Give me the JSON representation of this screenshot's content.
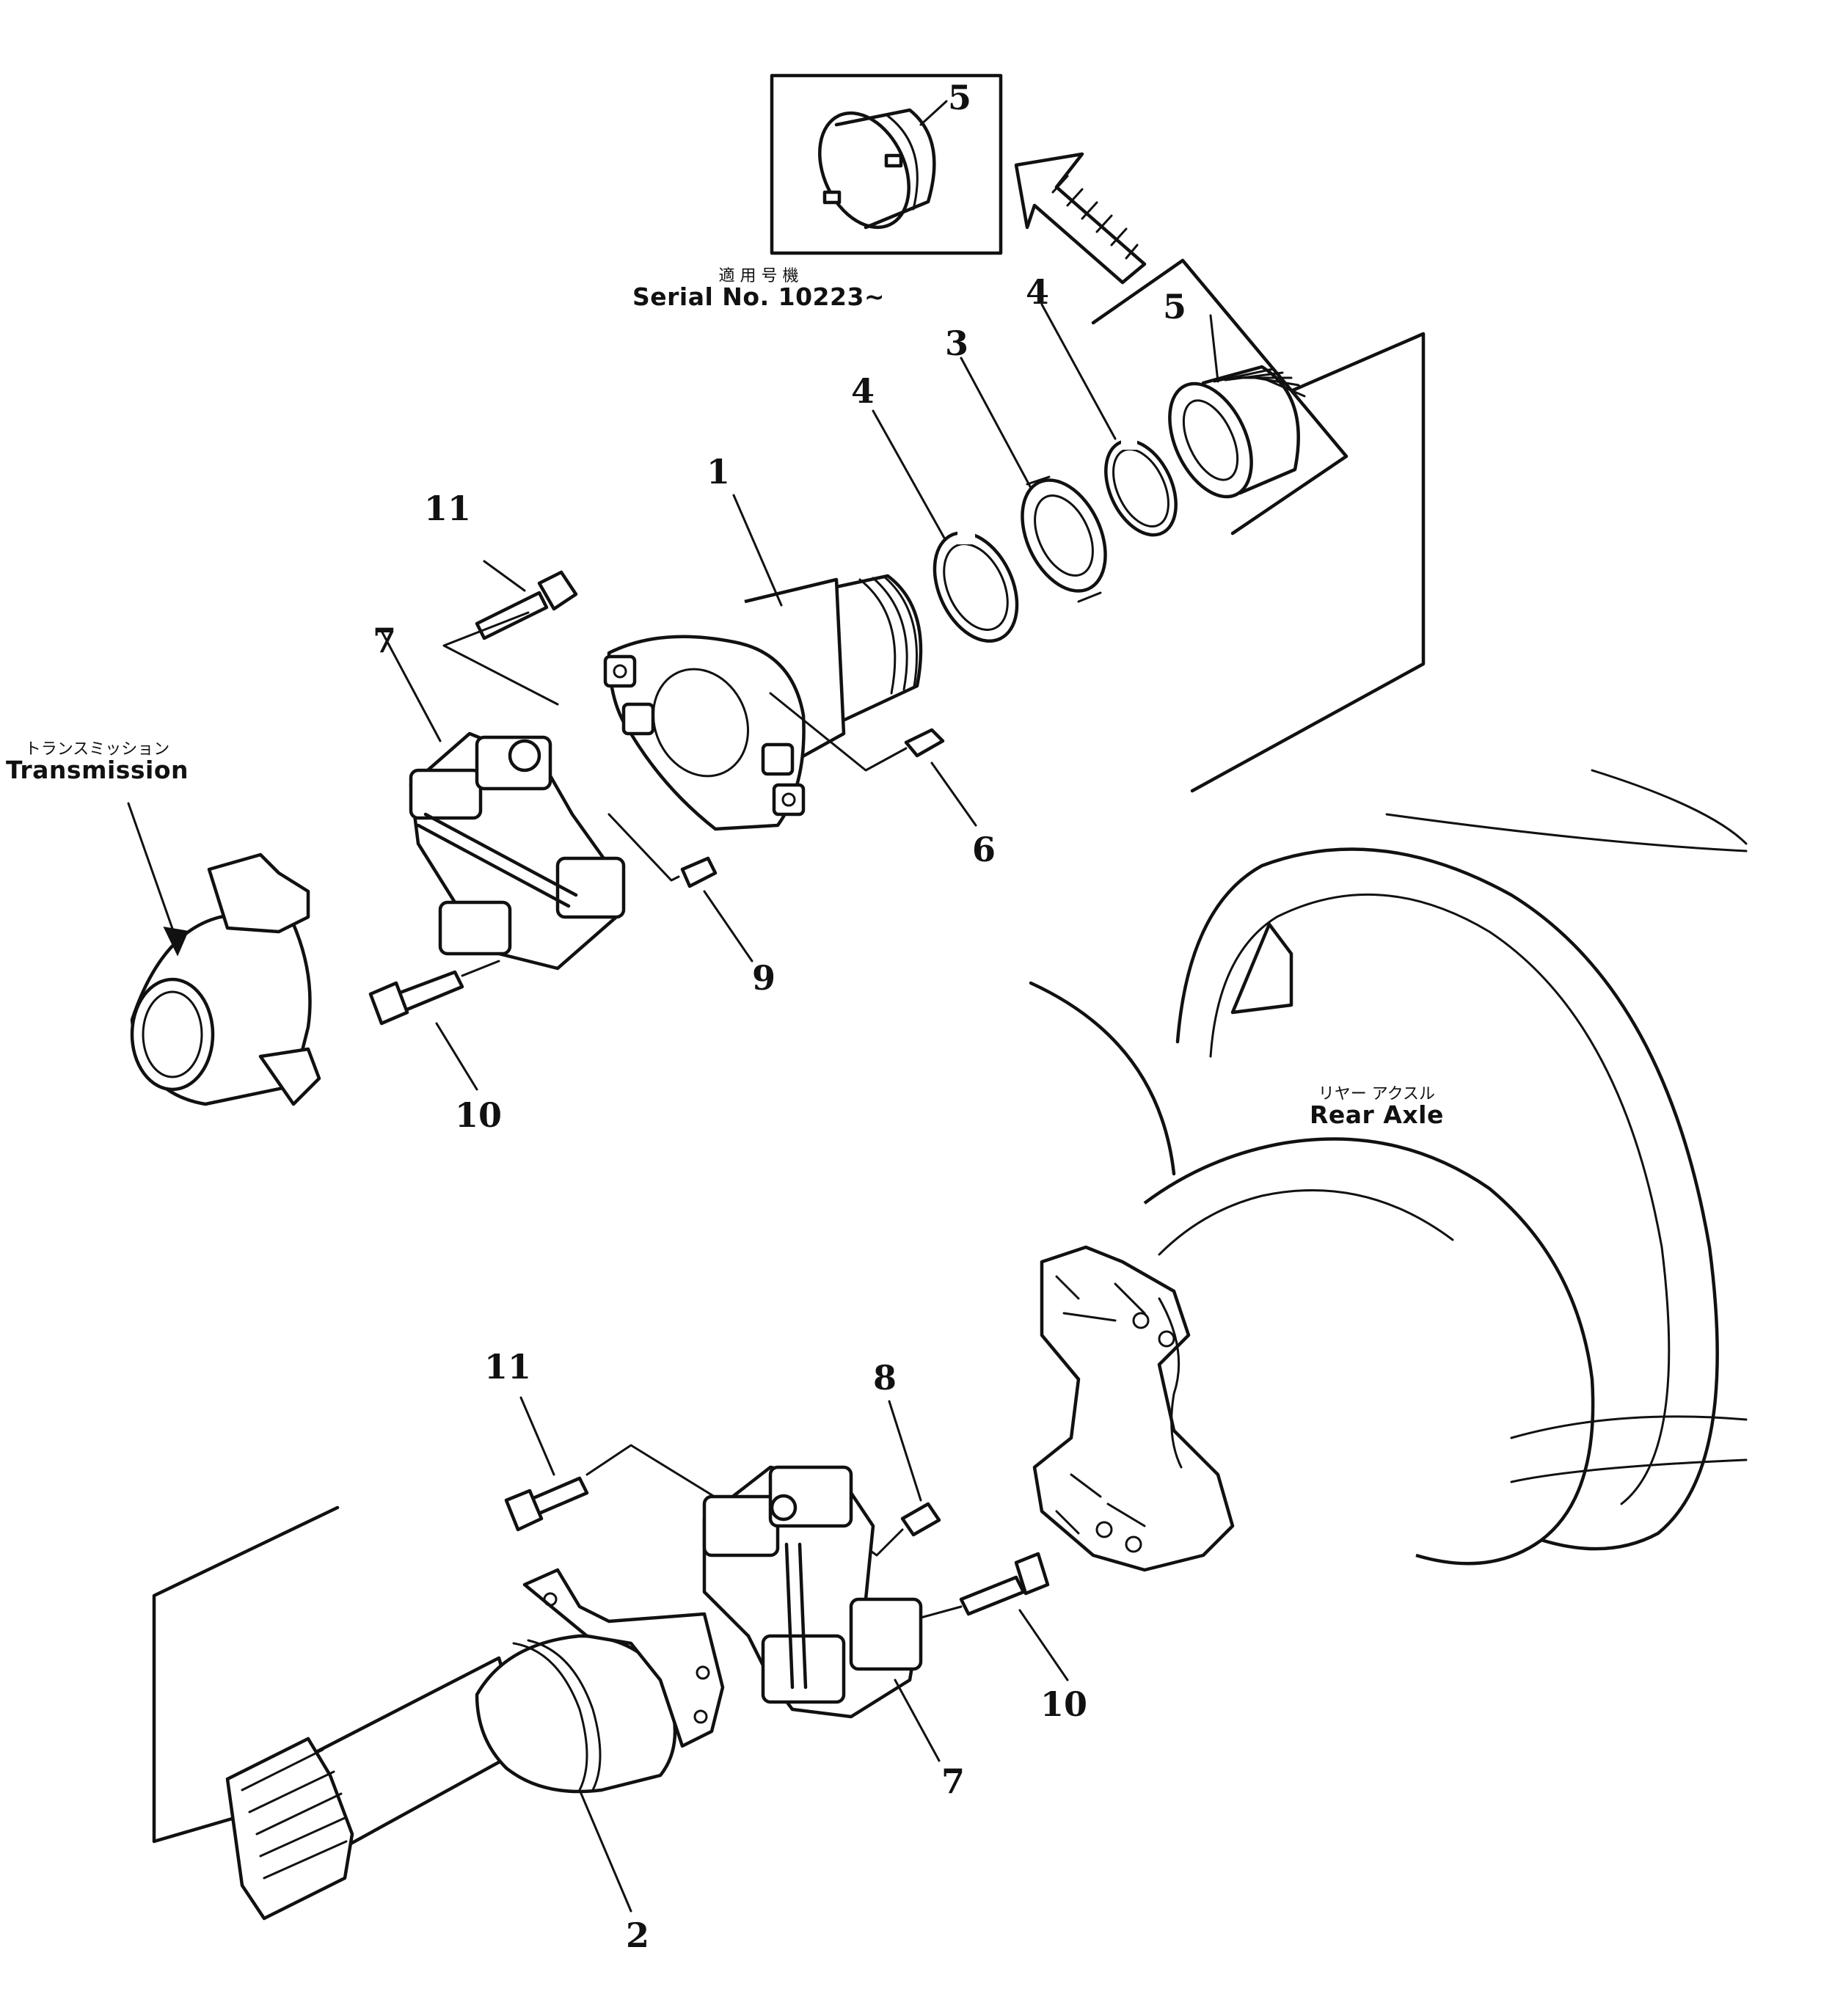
{
  "callouts": {
    "n1": "1",
    "n2": "2",
    "n3": "3",
    "n4a": "4",
    "n4b": "4",
    "n5a": "5",
    "n5b": "5",
    "n6": "6",
    "n7a": "7",
    "n7b": "7",
    "n8": "8",
    "n9": "9",
    "n10a": "10",
    "n10b": "10",
    "n11a": "11",
    "n11b": "11"
  },
  "labels": {
    "serial_jp": "適 用 号 機",
    "serial_en": "Serial No. 10223~",
    "transmission_jp": "トランスミッション",
    "transmission_en": "Transmission",
    "rear_axle_jp": "リヤー アクスル",
    "rear_axle_en": "Rear Axle"
  }
}
